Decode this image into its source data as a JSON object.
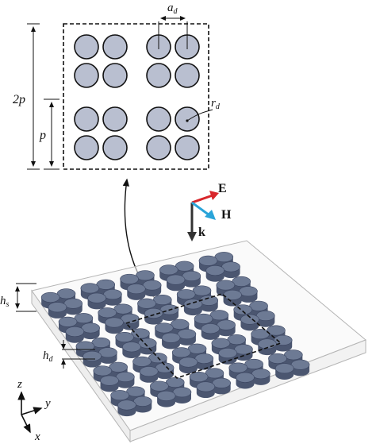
{
  "labels": {
    "d_main": "a",
    "d_sub": "d",
    "r_main": "r",
    "r_sub": "d",
    "two_p": "2p",
    "p": "p",
    "h_s_main": "h",
    "h_s_sub": "s",
    "h_d_main": "h",
    "h_d_sub": "d",
    "E": "E",
    "H": "H",
    "k": "k",
    "axis_z": "z",
    "axis_y": "y",
    "axis_x": "x"
  },
  "colors": {
    "disk_fill_top": "#b9bfd0",
    "disk_3d_top": "#6d7a94",
    "disk_3d_side": "#4b5670",
    "E_arrow": "#d8262b",
    "H_arrow": "#29a4d9",
    "k_arrow": "#333333",
    "substrate_edge": "#b5b5b5"
  }
}
